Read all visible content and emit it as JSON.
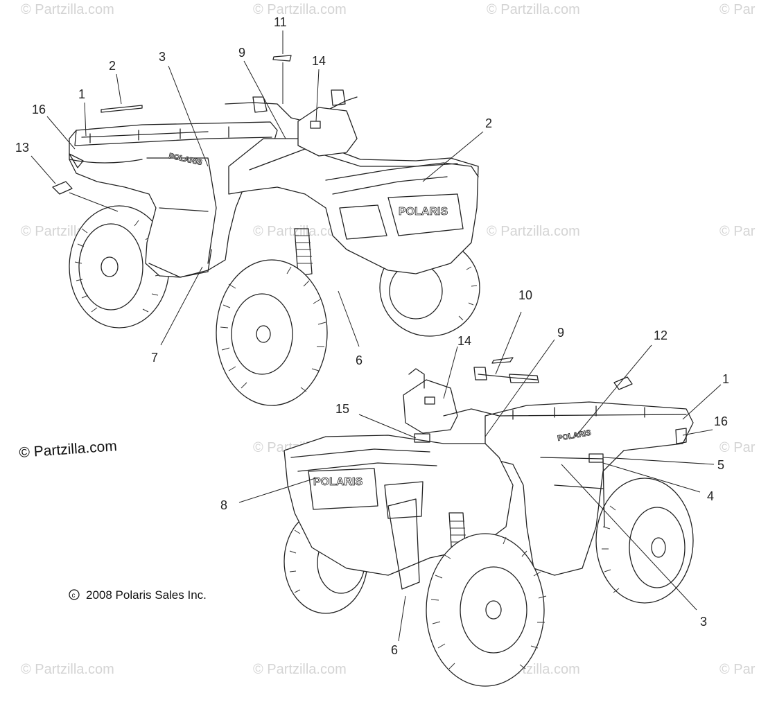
{
  "watermark": "© Partzilla.com",
  "watermark_partial": "© Par",
  "site_credit": "© Partzilla.com",
  "copyright": "2008 Polaris Sales Inc.",
  "copyright_symbol": "c",
  "brand": "POLARIS",
  "callouts": [
    {
      "id": "c1",
      "label": "1"
    },
    {
      "id": "c2",
      "label": "2"
    },
    {
      "id": "c3",
      "label": "3"
    },
    {
      "id": "c4",
      "label": "9"
    },
    {
      "id": "c5",
      "label": "11"
    },
    {
      "id": "c6",
      "label": "14"
    },
    {
      "id": "c7",
      "label": "16"
    },
    {
      "id": "c8",
      "label": "13"
    },
    {
      "id": "c9",
      "label": "2"
    },
    {
      "id": "c10",
      "label": "7"
    },
    {
      "id": "c11",
      "label": "6"
    },
    {
      "id": "c12",
      "label": "10"
    },
    {
      "id": "c13",
      "label": "9"
    },
    {
      "id": "c14",
      "label": "12"
    },
    {
      "id": "c15",
      "label": "14"
    },
    {
      "id": "c16",
      "label": "1"
    },
    {
      "id": "c17",
      "label": "15"
    },
    {
      "id": "c18",
      "label": "16"
    },
    {
      "id": "c19",
      "label": "5"
    },
    {
      "id": "c20",
      "label": "4"
    },
    {
      "id": "c21",
      "label": "8"
    },
    {
      "id": "c22",
      "label": "3"
    },
    {
      "id": "c23",
      "label": "6"
    }
  ]
}
